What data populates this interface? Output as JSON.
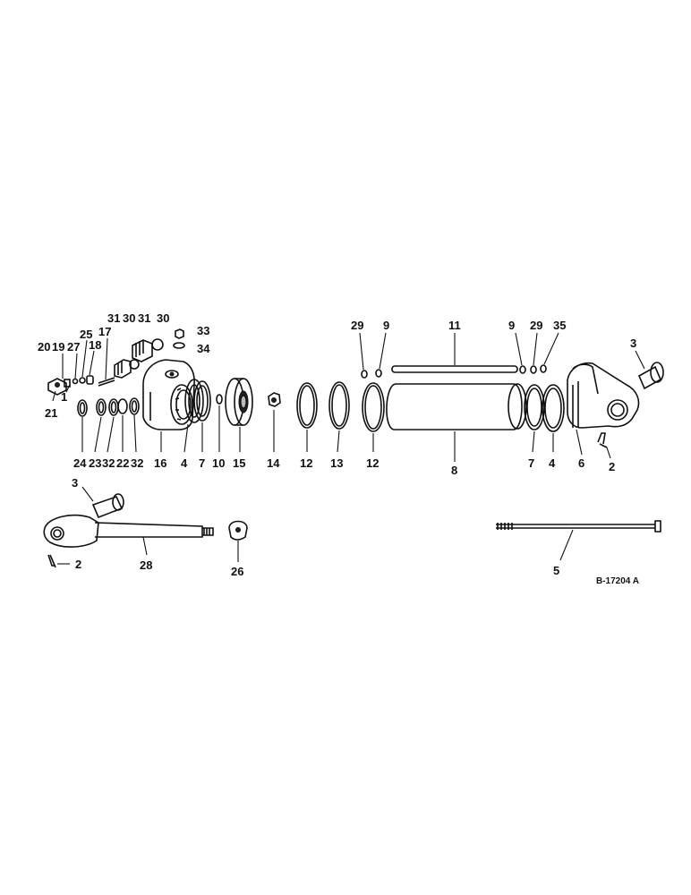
{
  "drawing_ref": "B-17204 A",
  "callouts": {
    "c20": "20",
    "c19": "19",
    "c27": "27",
    "c25": "25",
    "c18": "18",
    "c1": "1",
    "c21": "21",
    "c17": "17",
    "c31a": "31",
    "c30a": "30",
    "c31b": "31",
    "c30b": "30",
    "c33": "33",
    "c34": "34",
    "c24": "24",
    "c23": "23",
    "c32a": "32",
    "c22": "22",
    "c32b": "32",
    "c16": "16",
    "c4a": "4",
    "c7a": "7",
    "c10": "10",
    "c15": "15",
    "c14": "14",
    "c12a": "12",
    "c13": "13",
    "c12b": "12",
    "c29a": "29",
    "c9a": "9",
    "c11": "11",
    "c8": "8",
    "c9b": "9",
    "c29b": "29",
    "c35": "35",
    "c7b": "7",
    "c4b": "4",
    "c6": "6",
    "c3a": "3",
    "c2a": "2",
    "c3b": "3",
    "c2b": "2",
    "c28": "28",
    "c26": "26",
    "c5": "5"
  }
}
